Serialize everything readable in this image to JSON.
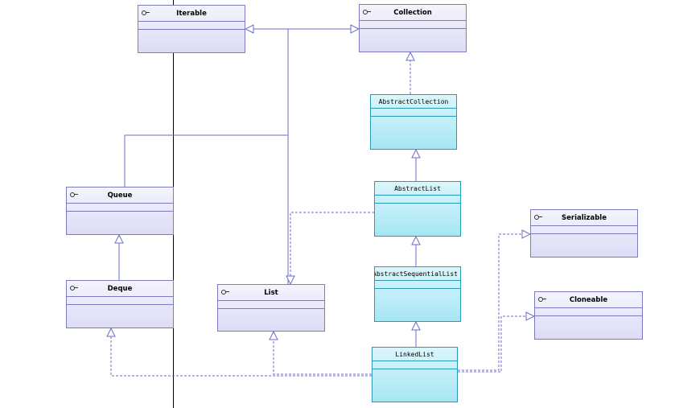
{
  "diagram": {
    "interfaces": {
      "iterable": "Iterable",
      "collection": "Collection",
      "queue": "Queue",
      "deque": "Deque",
      "list": "List",
      "serializable": "Serializable",
      "cloneable": "Cloneable"
    },
    "classes": {
      "abstract_collection": "AbstractCollection",
      "abstract_list": "AbstractList",
      "abstract_sequential_list": "AbstractSequentialList",
      "linked_list": "LinkedList"
    },
    "colors": {
      "interface_fill": "#dcdcf6",
      "interface_border": "#7b7bc4",
      "class_fill": "#a7e6f4",
      "class_border": "#2b9ab8",
      "edge": "#6b6bd0"
    }
  }
}
